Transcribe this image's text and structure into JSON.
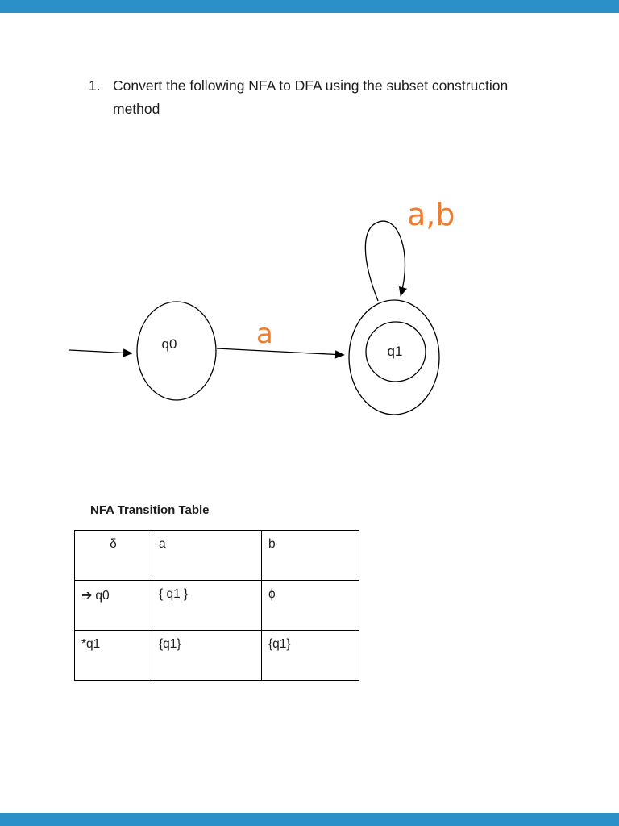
{
  "colors": {
    "bar-blue": "#2B90C8",
    "accent-orange": "#ED7D31"
  },
  "question": {
    "number": "1.",
    "line1": "Convert the following NFA to DFA using the subset construction",
    "line2": "method"
  },
  "diagram": {
    "state_q0": "q0",
    "state_q1": "q1",
    "edge_label": "a",
    "loop_label": "a,b"
  },
  "table": {
    "title": "NFA Transition Table",
    "headers": [
      "δ",
      "a",
      "b"
    ],
    "rows": [
      {
        "arrow": "➔",
        "state": "q0",
        "on_a": "{ q1 }",
        "on_b": "ϕ"
      },
      {
        "state": "*q1",
        "on_a": "{q1}",
        "on_b": "{q1}"
      }
    ]
  }
}
